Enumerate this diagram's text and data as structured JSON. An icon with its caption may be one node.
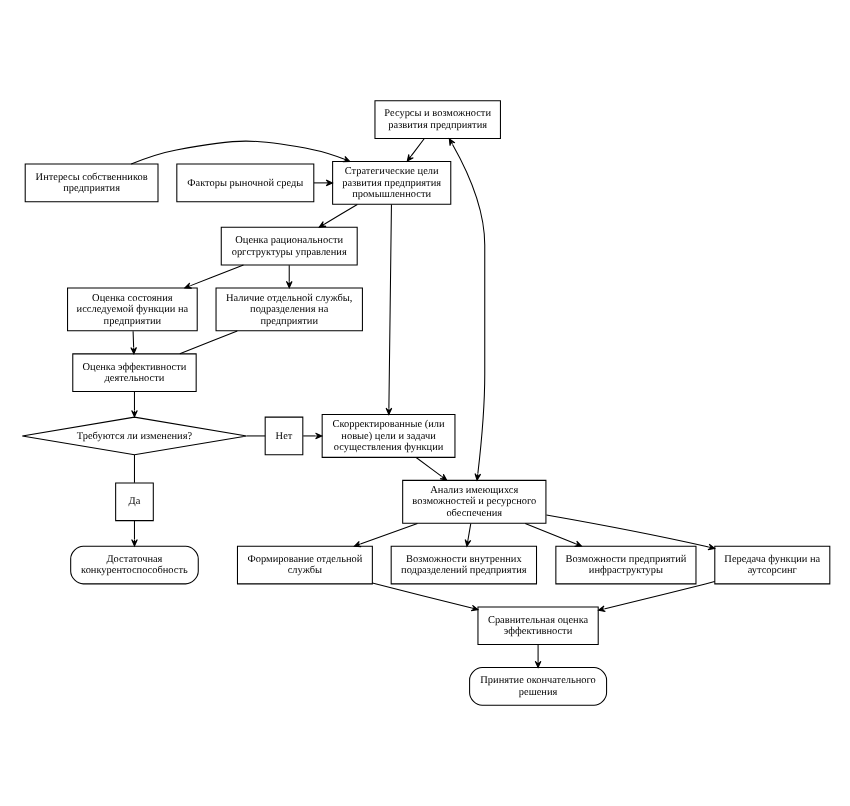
{
  "diagram": {
    "nodes": [
      {
        "text": [
          "Факторы рыночной среды"
        ]
      },
      {
        "text": [
          "Стратегические цели развития предприятия промышленности"
        ]
      },
      {
        "text": [
          "Интересы собственников предприятия"
        ]
      },
      {
        "text": [
          "Ресурсы и возможности развития предприятия"
        ]
      },
      {
        "text": [
          "Оценка рациональности оргструктуры управления"
        ]
      },
      {
        "text": [
          "Оценка состояния исследуемой функции на предприятии"
        ]
      },
      {
        "text": [
          "Наличие отдельной службы, подразделения на предприятии"
        ]
      },
      {
        "text": [
          "Оценка эффективности деятельности"
        ]
      },
      {
        "text": [
          "Скорректированные (или новые) цели и задачи осуществления функции"
        ]
      },
      {
        "text": [
          "Нет"
        ]
      },
      {
        "text": [
          "Требуются ли изменения?"
        ]
      },
      {
        "text": [
          "Да"
        ]
      },
      {
        "text": [
          "Анализ имеющихся возможностей и ресурсного обеспечения"
        ]
      },
      {
        "text": [
          "Достаточная конкурентоспособность"
        ]
      },
      {
        "text": [
          "Формирование отдельной службы"
        ]
      },
      {
        "text": [
          "Передача функции на аутсорсинг"
        ]
      },
      {
        "text": [
          "Сравнительная оценка эффективности"
        ]
      },
      {
        "text": [
          "Принятие окончательного решения"
        ]
      },
      {
        "text": [
          "Возможности внутренних подразделений предприятия"
        ]
      },
      {
        "text": [
          "Возможности предприятий инфраструктуры"
        ]
      }
    ],
    "edges": [
      {
        "from": 0,
        "to": 1,
        "arrow": "to"
      },
      {
        "from": 3,
        "to": 1,
        "arrow": "to"
      },
      {
        "from": 2,
        "to": 1,
        "arrow": "to"
      },
      {
        "from": 1,
        "to": 4,
        "arrow": "to"
      },
      {
        "from": 1,
        "to": 8,
        "arrow": "to"
      },
      {
        "from": 4,
        "to": 5,
        "arrow": "to"
      },
      {
        "from": 4,
        "to": 6,
        "arrow": "to"
      },
      {
        "from": 6,
        "to": 7,
        "arrow": "none"
      },
      {
        "from": 5,
        "to": 7,
        "arrow": "to"
      },
      {
        "from": 7,
        "to": 10,
        "arrow": "to"
      },
      {
        "from": 10,
        "to": 9,
        "arrow": "none"
      },
      {
        "from": 9,
        "to": 8,
        "arrow": "to"
      },
      {
        "from": 10,
        "to": 11,
        "arrow": "none"
      },
      {
        "from": 11,
        "to": 13,
        "arrow": "to"
      },
      {
        "from": 3,
        "to": 12,
        "arrow": "both"
      },
      {
        "from": 8,
        "to": 12,
        "arrow": "to"
      },
      {
        "from": 12,
        "to": 14,
        "arrow": "to"
      },
      {
        "from": 12,
        "to": 15,
        "arrow": "to"
      },
      {
        "from": 14,
        "to": 16,
        "arrow": "to"
      },
      {
        "from": 15,
        "to": 16,
        "arrow": "to"
      },
      {
        "from": 16,
        "to": 17,
        "arrow": "to"
      },
      {
        "from": 12,
        "to": 18,
        "arrow": "to"
      },
      {
        "from": 12,
        "to": 19,
        "arrow": "to"
      }
    ]
  }
}
